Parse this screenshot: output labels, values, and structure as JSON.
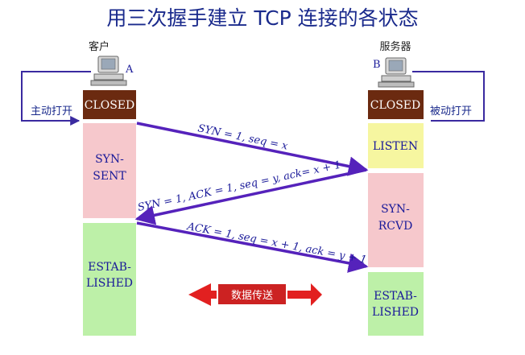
{
  "title": "用三次握手建立 TCP 连接的各状态",
  "client": {
    "label": "客户",
    "letter": "A",
    "side_label": "主动打开",
    "states": [
      {
        "id": "closed",
        "lines": [
          "CLOSED"
        ]
      },
      {
        "id": "syn-sent",
        "lines": [
          "SYN-",
          "SENT"
        ]
      },
      {
        "id": "established",
        "lines": [
          "ESTAB-",
          "LISHED"
        ]
      }
    ]
  },
  "server": {
    "label": "服务器",
    "letter": "B",
    "side_label": "被动打开",
    "states": [
      {
        "id": "closed",
        "lines": [
          "CLOSED"
        ]
      },
      {
        "id": "listen",
        "lines": [
          "LISTEN"
        ]
      },
      {
        "id": "syn-rcvd",
        "lines": [
          "SYN-",
          "RCVD"
        ]
      },
      {
        "id": "established",
        "lines": [
          "ESTAB-",
          "LISHED"
        ]
      }
    ]
  },
  "messages": [
    {
      "id": "syn",
      "text": "SYN = 1, seq = x"
    },
    {
      "id": "syn-ack",
      "text": "SYN = 1, ACK = 1, seq = y, ack= x + 1"
    },
    {
      "id": "ack",
      "text": "ACK = 1, seq = x + 1, ack = y + 1"
    }
  ],
  "data_transfer_label": "数据传送",
  "colors": {
    "title": "#1a2a8c",
    "arrow": "#5522bb",
    "closed": "#6b2a10",
    "syn_sent": "#f6c8cc",
    "established": "#bdf0a8",
    "listen": "#f6f6a0",
    "syn_rcvd": "#f6c8cc",
    "loop": "#3a2aa0",
    "data_transfer_box": "#cc2222",
    "data_transfer_arrow": "#e22020"
  }
}
